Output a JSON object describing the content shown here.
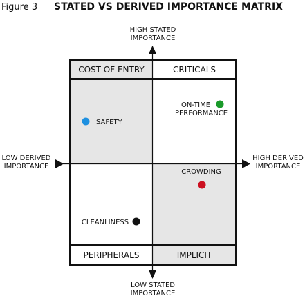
{
  "figure_label": "Figure 3",
  "title": "STATED VS DERIVED IMPORTANCE MATRIX",
  "axes": {
    "top": [
      "HIGH STATED",
      "IMPORTANCE"
    ],
    "bottom": [
      "LOW STATED",
      "IMPORTANCE"
    ],
    "left": [
      "LOW DERIVED",
      "IMPORTANCE"
    ],
    "right": [
      "HIGH DERIVED",
      "IMPORTANCE"
    ]
  },
  "quadrants": {
    "top_left": "COST OF ENTRY",
    "top_right": "CRITICALS",
    "bottom_left": "PERIPHERALS",
    "bottom_right": "IMPLICIT"
  },
  "points": [
    {
      "label": [
        "SAFETY"
      ],
      "color": "#1e90e0"
    },
    {
      "label": [
        "ON-TIME",
        "PERFORMANCE"
      ],
      "color": "#1a9a2a"
    },
    {
      "label": [
        "CROWDING"
      ],
      "color": "#cc1020"
    },
    {
      "label": [
        "CLEANLINESS"
      ],
      "color": "#111111"
    }
  ],
  "colors": {
    "shade": "#e6e6e6",
    "line": "#111111"
  }
}
